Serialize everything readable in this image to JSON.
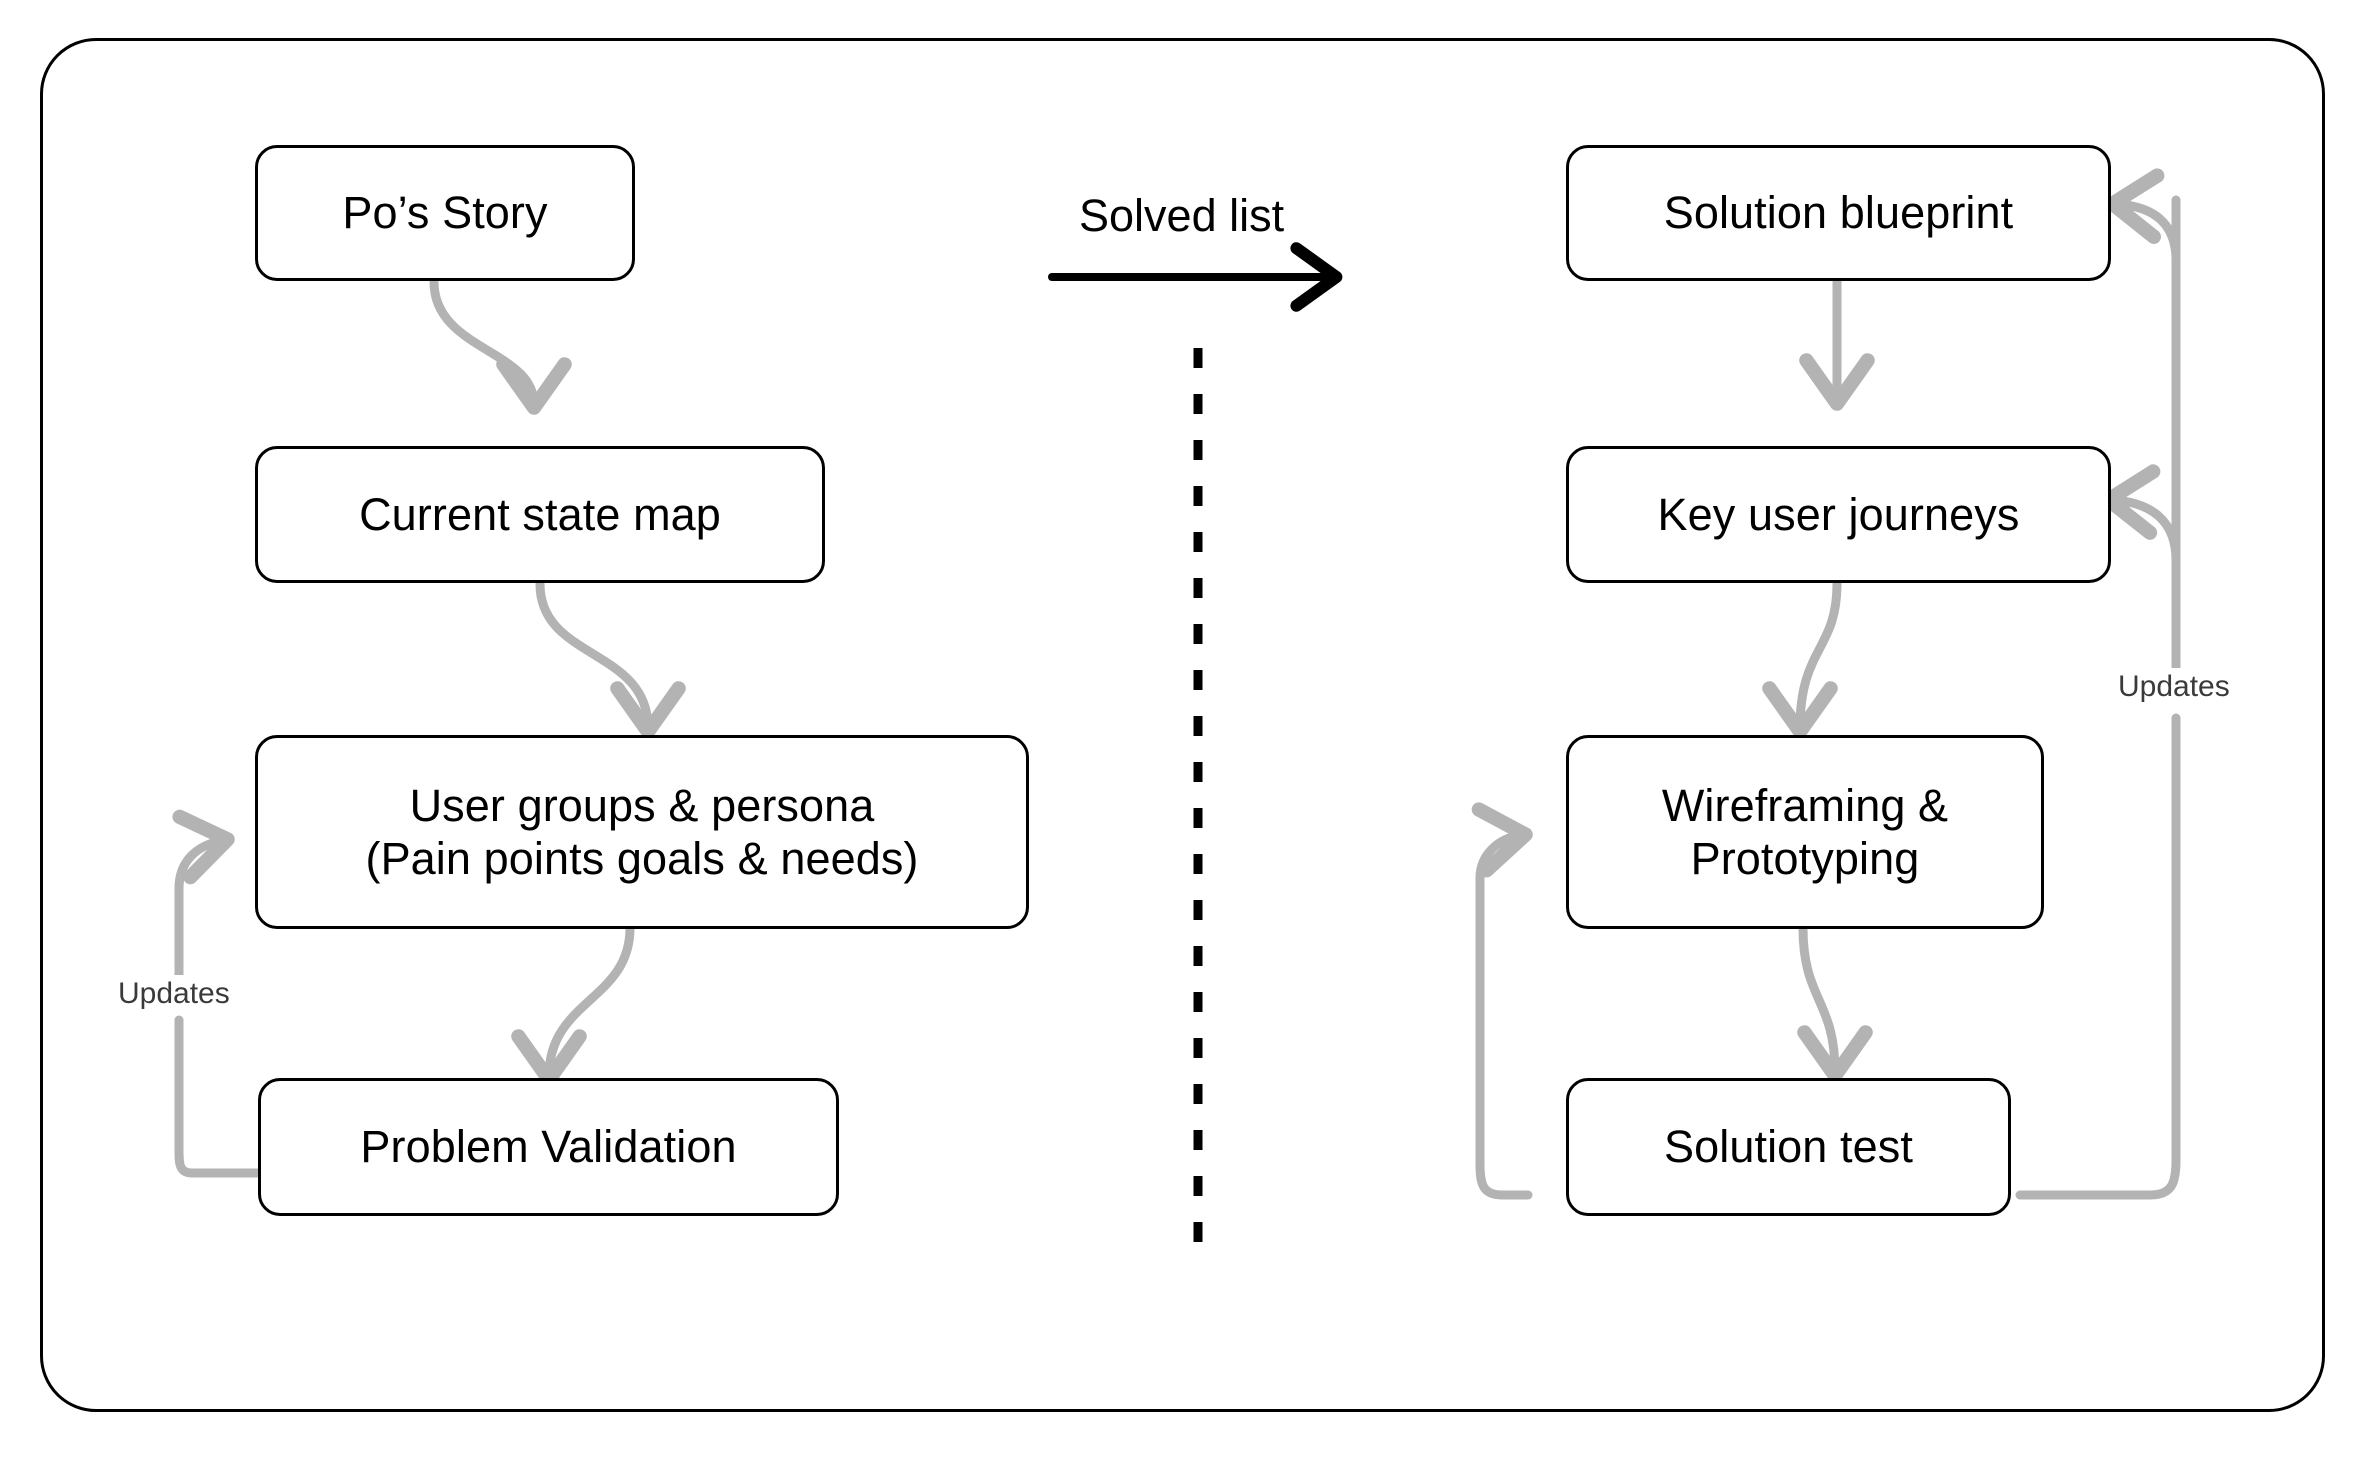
{
  "diagram": {
    "title_label": "Solved list",
    "left_column": {
      "nodes": [
        {
          "id": "pos-story",
          "label": "Po’s Story"
        },
        {
          "id": "current-state-map",
          "label": "Current state map"
        },
        {
          "id": "user-groups-persona",
          "label": "User groups & persona\n(Pain points goals & needs)"
        },
        {
          "id": "problem-validation",
          "label": "Problem Validation"
        }
      ],
      "feedback_label": "Updates"
    },
    "right_column": {
      "nodes": [
        {
          "id": "solution-blueprint",
          "label": "Solution blueprint"
        },
        {
          "id": "key-user-journeys",
          "label": "Key user journeys"
        },
        {
          "id": "wireframing-prototyping",
          "label": "Wireframing &\nPrototyping"
        },
        {
          "id": "solution-test",
          "label": "Solution test"
        }
      ],
      "feedback_label": "Updates"
    },
    "colors": {
      "node_border": "#000000",
      "node_text": "#000000",
      "connector": "#b3b3b3",
      "divider": "#000000",
      "flow_arrow": "#000000",
      "edge_label_text": "#3a3a3a",
      "background": "#ffffff"
    }
  }
}
